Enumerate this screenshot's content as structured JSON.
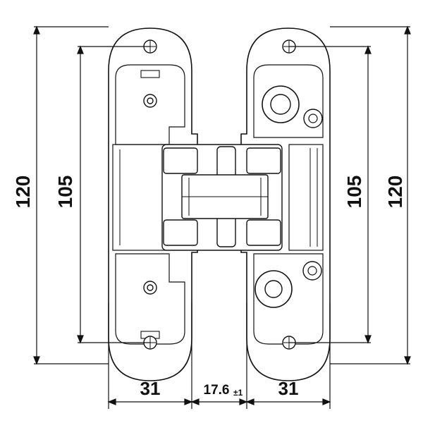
{
  "dimensions": {
    "outer_height": "120",
    "hole_spacing": "105",
    "leaf_width": "31",
    "gap_value": "17.6",
    "gap_tolerance": "±1"
  },
  "colors": {
    "line": "#111111",
    "fill": "#ffffff",
    "light_fill": "#e6e6e6"
  }
}
